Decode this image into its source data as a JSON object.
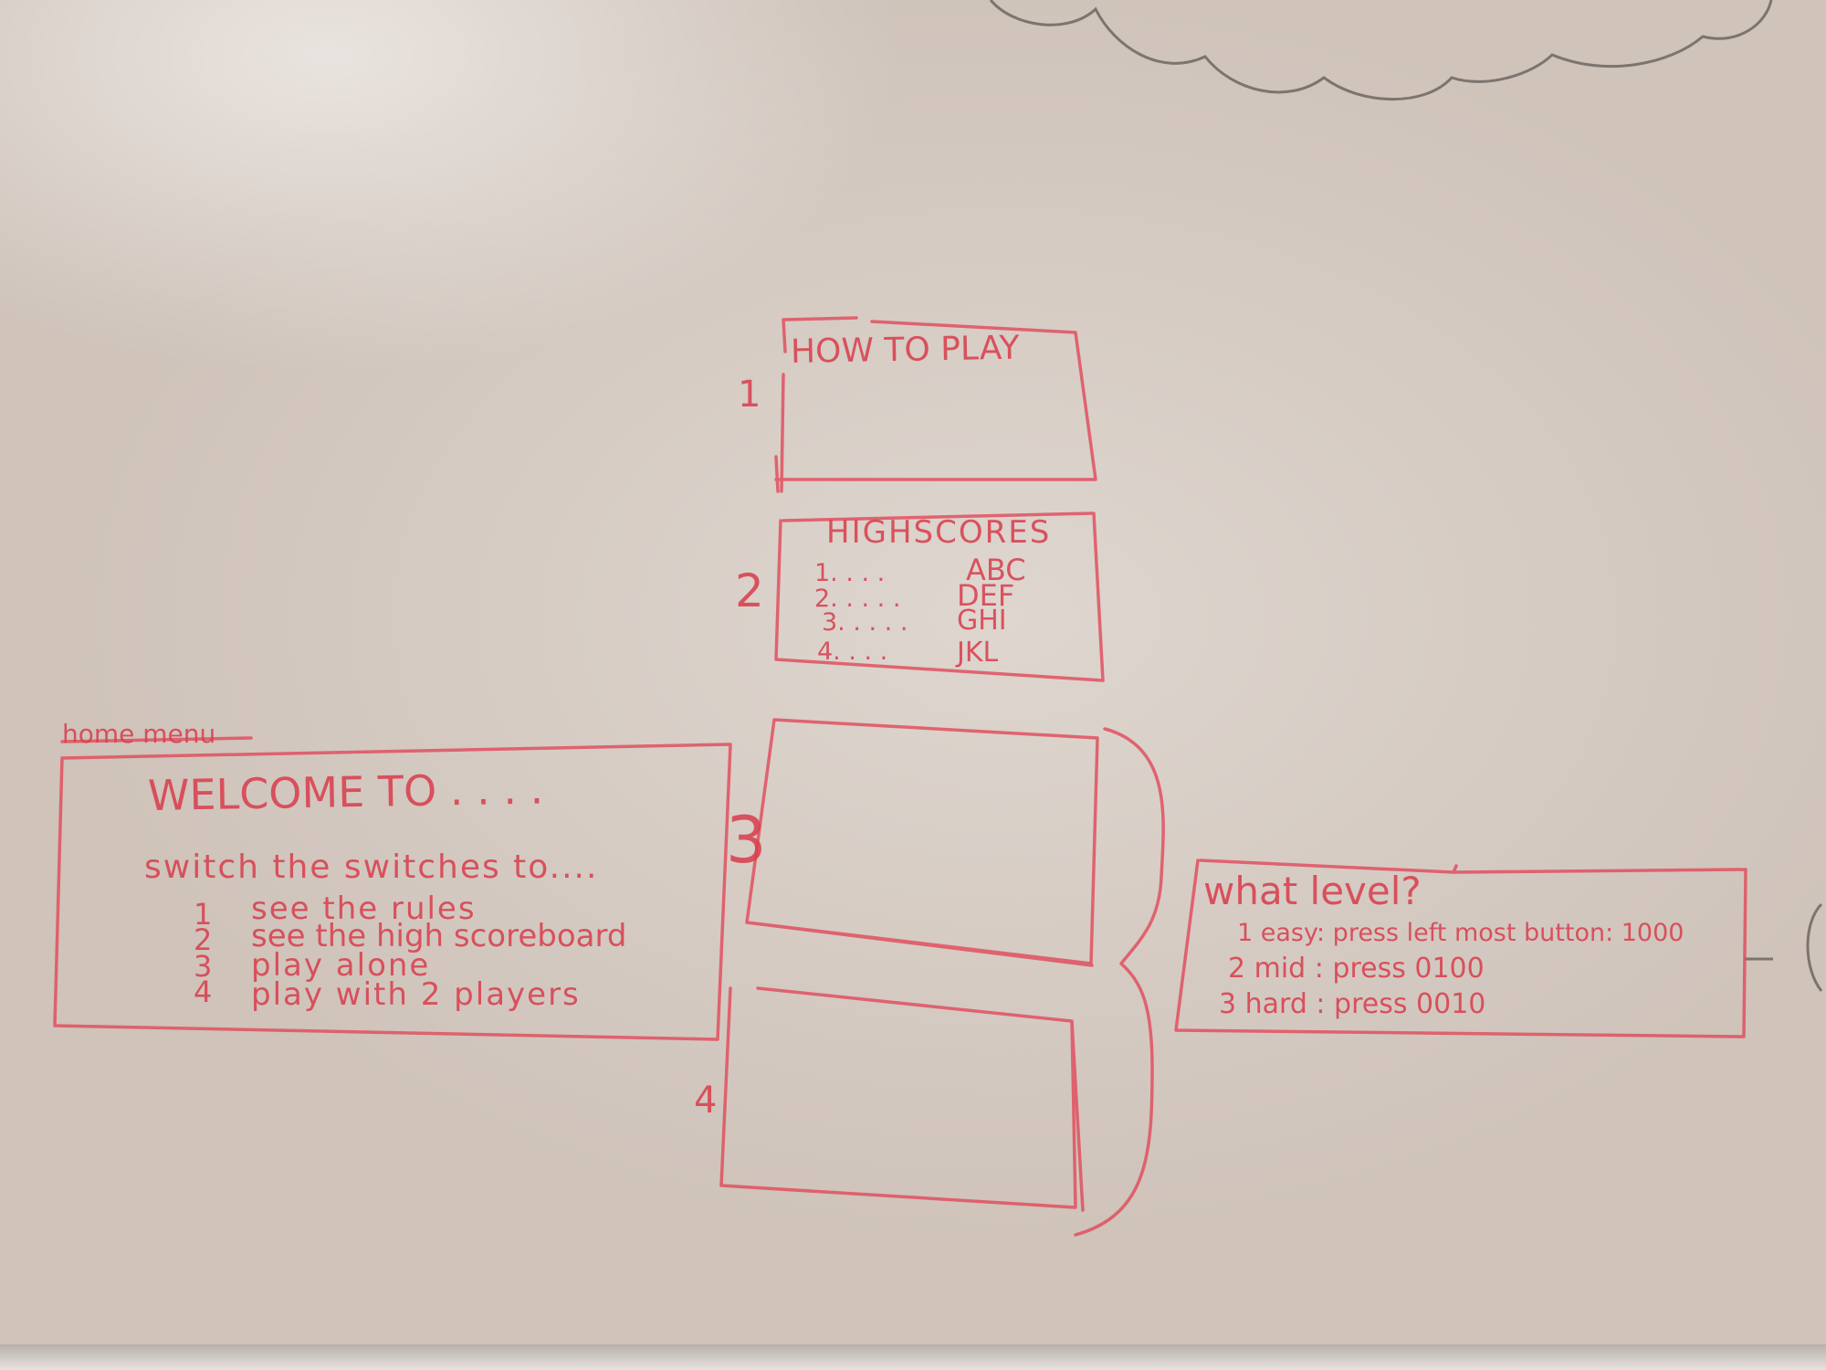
{
  "screens": {
    "how_to_play": {
      "number": "1",
      "title": "HOW TO PLAY"
    },
    "highscores": {
      "number": "2",
      "title": "HIGHSCORES",
      "rows": [
        {
          "rank": "1. . . .",
          "name": "ABC"
        },
        {
          "rank": "2. . . . .",
          "name": "DEF"
        },
        {
          "rank": "3. . . . .",
          "name": "GHI"
        },
        {
          "rank": "4. . . .",
          "name": "JKL"
        }
      ]
    },
    "single_player": {
      "number": "3"
    },
    "two_players": {
      "number": "4"
    }
  },
  "home_menu": {
    "label": "home menu",
    "welcome": "WELCOME TO . . . .",
    "instruction": "switch the switches to....",
    "options": [
      {
        "num": "1",
        "text": "see the rules"
      },
      {
        "num": "2",
        "text": "see the high scoreboard"
      },
      {
        "num": "3",
        "text": "play alone"
      },
      {
        "num": "4",
        "text": "play with 2 players"
      }
    ]
  },
  "level_select": {
    "title": "what level?",
    "levels": [
      "1 easy: press left most button: 1000",
      "2 mid : press 0100",
      "3 hard : press 0010"
    ]
  },
  "colors": {
    "marker": "#d9404f",
    "board": "#d9cfc7"
  }
}
